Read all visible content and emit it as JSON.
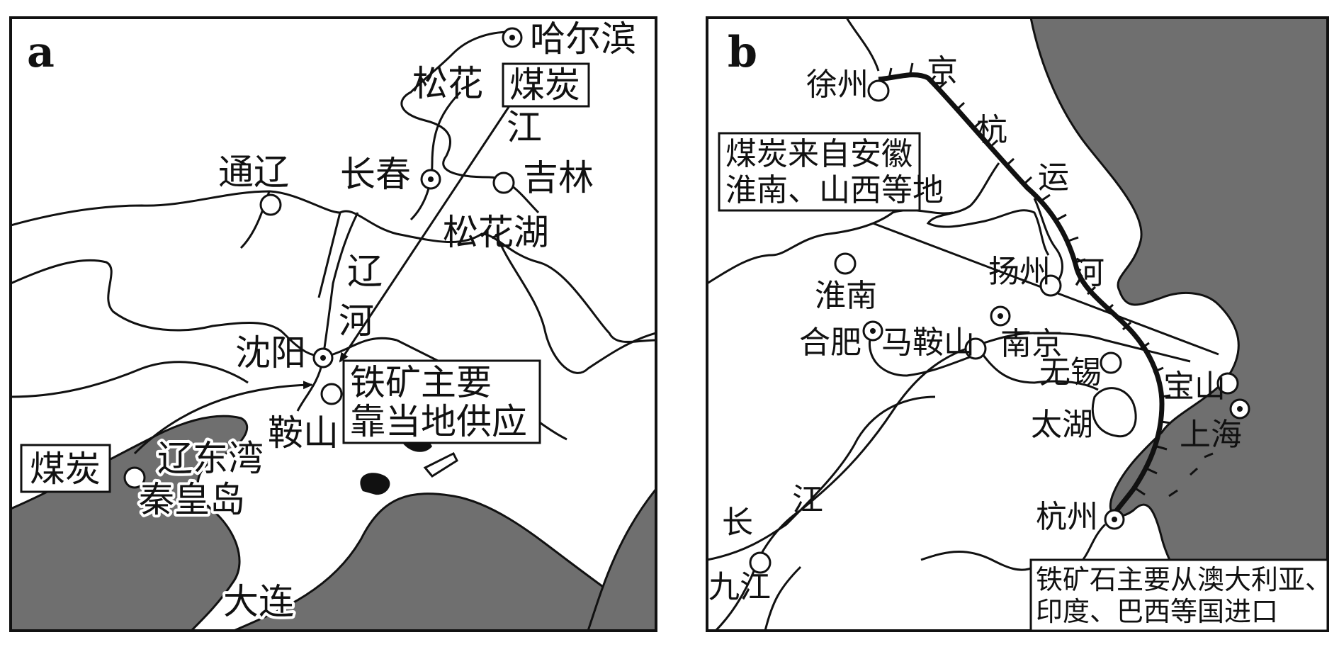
{
  "maps": [
    {
      "panel_label": "a",
      "places": {
        "harbin": "哈尔滨",
        "changchun": "长春",
        "jilin": "吉林",
        "tongliao": "通辽",
        "shenyang": "沈阳",
        "anshan": "鞍山",
        "qinhuangdao": "秦皇岛",
        "dalian": "大连"
      },
      "water": {
        "songhua_a": "松花",
        "songhua_b": "江",
        "songhua_lake": "松花湖",
        "liao_a": "辽",
        "liao_b": "河",
        "liaodong_bay": "辽东湾"
      },
      "boxes": {
        "coal_north": "煤炭",
        "coal_west": "煤炭",
        "iron_line1": "铁矿主要",
        "iron_line2": "靠当地供应"
      }
    },
    {
      "panel_label": "b",
      "places": {
        "xuzhou": "徐州",
        "huainan": "淮南",
        "hefei": "合肥",
        "maanshan": "马鞍山",
        "nanjing": "南京",
        "yangzhou": "扬州",
        "wuxi": "无锡",
        "baoshan": "宝山",
        "shanghai": "上海",
        "hangzhou": "杭州",
        "jiujiang": "九江"
      },
      "water": {
        "canal_1": "京",
        "canal_2": "杭",
        "canal_3": "运",
        "canal_4": "河",
        "taihu": "太湖",
        "yangtze_1": "长",
        "yangtze_2": "江"
      },
      "boxes": {
        "coal_line1": "煤炭来自安徽",
        "coal_line2": "淮南、山西等地",
        "iron_line1": "铁矿石主要从澳大利亚、",
        "iron_line2": "印度、巴西等国进口"
      }
    }
  ],
  "colors": {
    "sea": "#6f6f6f",
    "ink": "#111111",
    "paper": "#ffffff"
  }
}
